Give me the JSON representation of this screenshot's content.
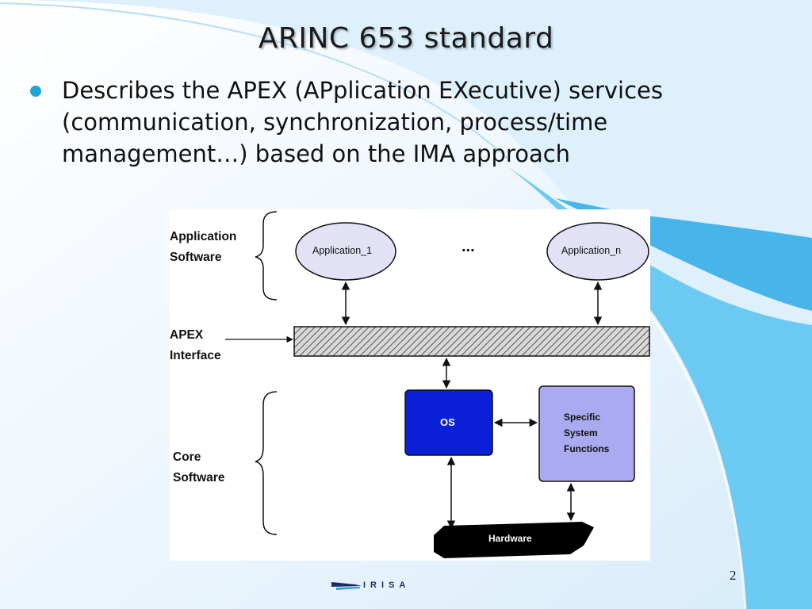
{
  "slide": {
    "title": "ARINC 653 standard",
    "bullets": [
      {
        "lines": [
          "Describes the APEX (APplication EXecutive) services",
          "(communication, synchronization, process/time",
          "management…) based on the IMA approach"
        ]
      }
    ],
    "page_number": "2",
    "logo_text": "IRISA"
  },
  "diagram": {
    "layers": {
      "application_software": [
        "Application",
        "Software"
      ],
      "apex_interface": [
        "APEX",
        "Interface"
      ],
      "core_software": [
        "Core",
        "Software"
      ]
    },
    "nodes": {
      "application_1": "Application_1",
      "ellipsis": "...",
      "application_n": "Application_n",
      "os": "OS",
      "specific_system_functions": [
        "Specific",
        "System",
        "Functions"
      ],
      "hardware": "Hardware"
    },
    "colors": {
      "os_fill": "#0a1fd6",
      "ssf_fill": "#a9aaf0",
      "app_fill": "#e2e2f6",
      "hardware_fill": "#000000",
      "bullet": "#1fa6d6"
    }
  }
}
